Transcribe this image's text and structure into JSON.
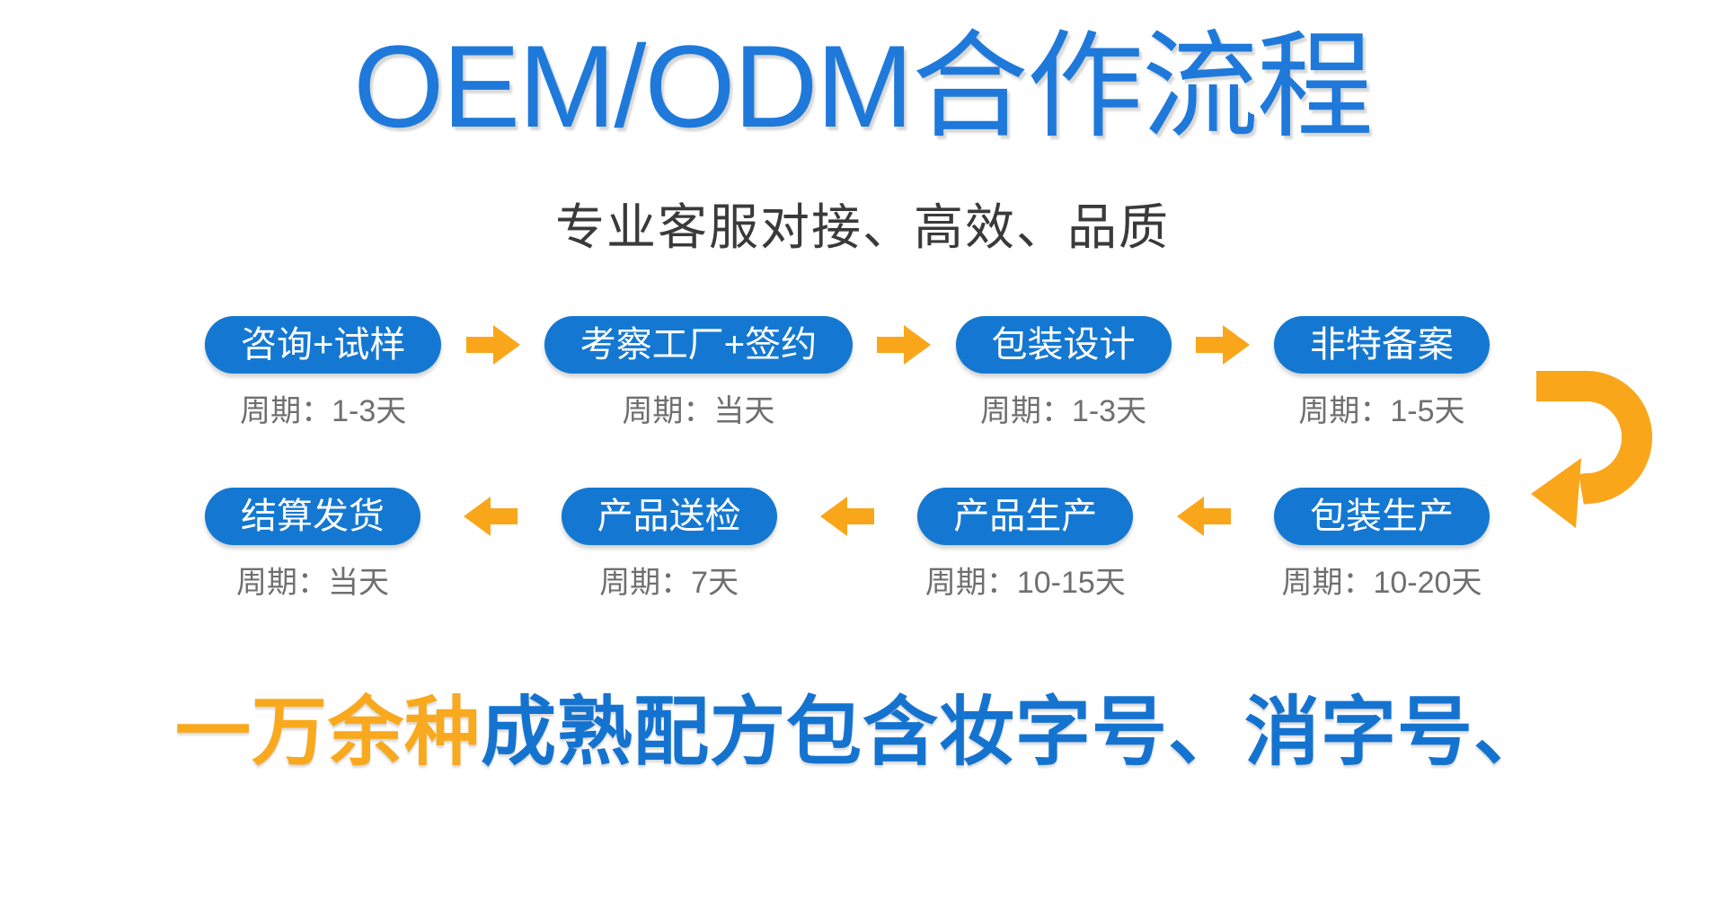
{
  "page": {
    "title": "OEM/ODM合作流程",
    "subtitle": "专业客服对接、高效、品质"
  },
  "flow": {
    "row1": [
      {
        "label": "咨询+试样",
        "cycle": "周期：1-3天"
      },
      {
        "label": "考察工厂+签约",
        "cycle": "周期：当天"
      },
      {
        "label": "包装设计",
        "cycle": "周期：1-3天"
      },
      {
        "label": "非特备案",
        "cycle": "周期：1-5天"
      }
    ],
    "row2": [
      {
        "label": "结算发货",
        "cycle": "周期：当天"
      },
      {
        "label": "产品送检",
        "cycle": "周期：7天"
      },
      {
        "label": "产品生产",
        "cycle": "周期：10-15天"
      },
      {
        "label": "包装生产",
        "cycle": "周期：10-20天"
      }
    ]
  },
  "footer": {
    "highlight": "一万余种",
    "rest": "成熟配方包含妆字号、消字号、"
  },
  "colors": {
    "title_blue": "#1e79da",
    "pill_blue": "#1478d2",
    "accent_orange": "#faa61b",
    "headline_orange": "#f9a91e",
    "headline_blue": "#1573d0",
    "cycle_gray": "#6f6f6f",
    "subtitle_gray": "#3a3a3a"
  }
}
